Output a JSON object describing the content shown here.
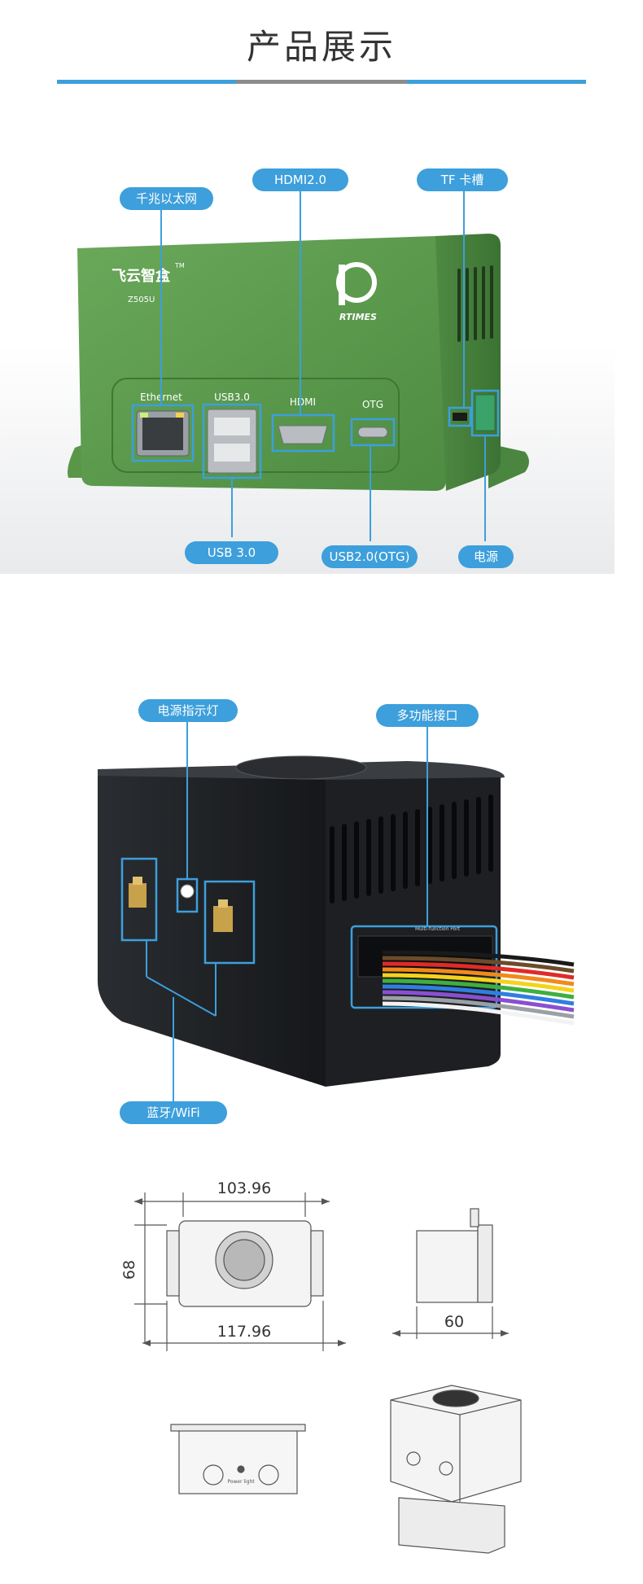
{
  "header": {
    "title": "产品展示"
  },
  "colors": {
    "accent": "#3d9fdb",
    "bar_gray": "#8c8c8c",
    "case_green": "#5f9a4f",
    "case_black": "#1d1f22"
  },
  "front_view": {
    "callouts": {
      "ethernet": "千兆以太网",
      "hdmi": "HDMI2.0",
      "tf": "TF 卡槽",
      "usb": "USB 3.0",
      "otg": "USB2.0(OTG)",
      "power": "电源"
    },
    "case_text": {
      "brand": "飞云智盒",
      "tm": "TM",
      "model": "Z505U",
      "logo": "RTIMES",
      "port_ethernet": "Ethernet",
      "port_usb": "USB3.0",
      "port_hdmi": "HDMI",
      "port_otg": "OTG"
    }
  },
  "side_view": {
    "callouts": {
      "power_led": "电源指示灯",
      "multi": "多功能接口",
      "wifi": "蓝牙/WiFi"
    },
    "case_text": {
      "multi_label": "Multi-function Port"
    }
  },
  "dimensions": {
    "top_width": "103.96",
    "height": "68",
    "bottom_width": "117.96",
    "side_width": "60",
    "back_label": "Power light"
  }
}
